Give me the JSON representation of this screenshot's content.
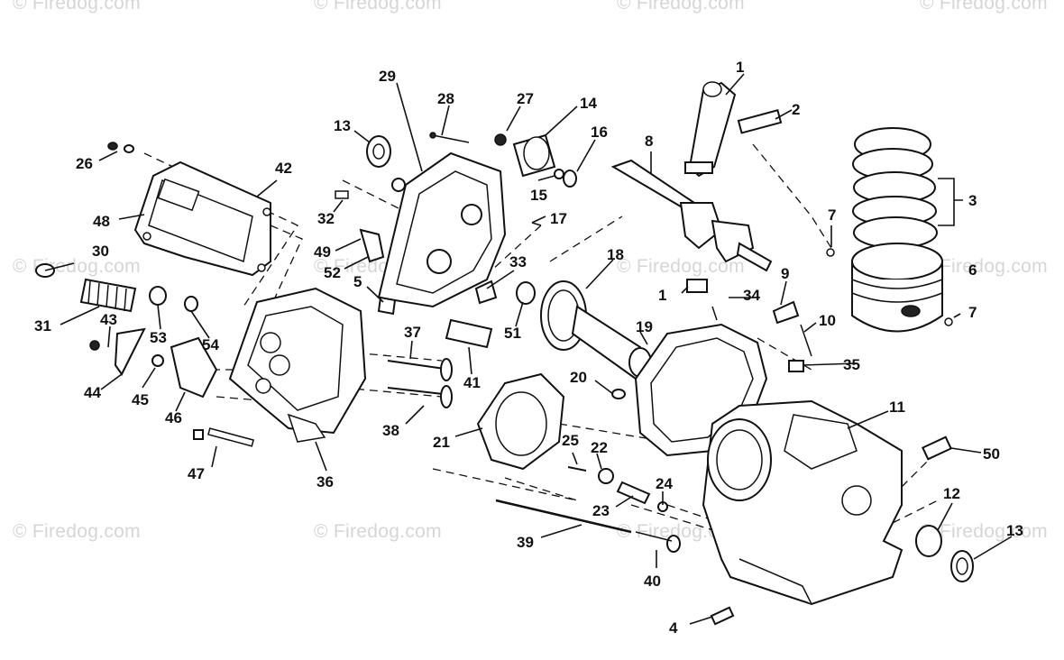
{
  "watermark": {
    "text": "© Firedog.com",
    "color": "#d6d6d6"
  },
  "callouts": {
    "c1a": "1",
    "c1b": "1",
    "c2": "2",
    "c3": "3",
    "c4": "4",
    "c5": "5",
    "c6": "6",
    "c7a": "7",
    "c7b": "7",
    "c8": "8",
    "c9": "9",
    "c10": "10",
    "c11": "11",
    "c12": "12",
    "c13a": "13",
    "c13b": "13",
    "c14": "14",
    "c15": "15",
    "c16": "16",
    "c17": "17",
    "c18": "18",
    "c19": "19",
    "c20": "20",
    "c21": "21",
    "c22": "22",
    "c23": "23",
    "c24": "24",
    "c25": "25",
    "c26": "26",
    "c27": "27",
    "c28": "28",
    "c29": "29",
    "c30": "30",
    "c31": "31",
    "c32": "32",
    "c33": "33",
    "c34": "34",
    "c35": "35",
    "c36": "36",
    "c37": "37",
    "c38": "38",
    "c39": "39",
    "c40": "40",
    "c41": "41",
    "c42": "42",
    "c43": "43",
    "c44": "44",
    "c45": "45",
    "c46": "46",
    "c47": "47",
    "c48": "48",
    "c49": "49",
    "c50": "50",
    "c51": "51",
    "c52": "52",
    "c53": "53",
    "c54": "54"
  }
}
